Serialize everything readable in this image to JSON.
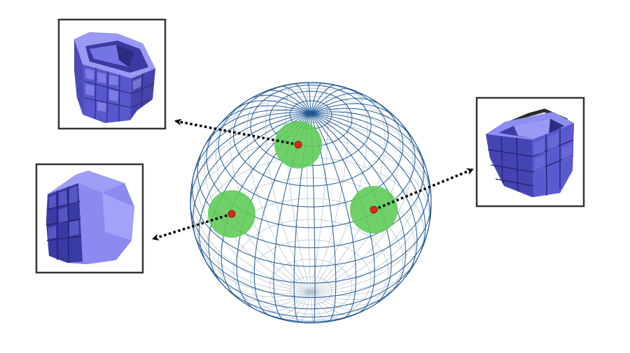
{
  "colors": {
    "background": "#ffffff",
    "wireframe_front": "#1f5a96",
    "wireframe_back": "#b9c4d2",
    "pole": "#1f5a96",
    "region": "#5fcc58",
    "center_point": "#e0251b",
    "arrow": "#000000",
    "frame_border": "#333333",
    "object_light": "#8f8ff0",
    "object_mid": "#6464dc",
    "object_dark": "#2f2f88"
  },
  "sphere": {
    "icon": "wireframe-sphere",
    "meridians": 36,
    "parallels": 18
  },
  "viewpoints": [
    {
      "name": "upper",
      "icon": "voxel-object-view-top-open"
    },
    {
      "name": "left",
      "icon": "voxel-object-view-side"
    },
    {
      "name": "right",
      "icon": "voxel-object-view-open-box"
    }
  ]
}
